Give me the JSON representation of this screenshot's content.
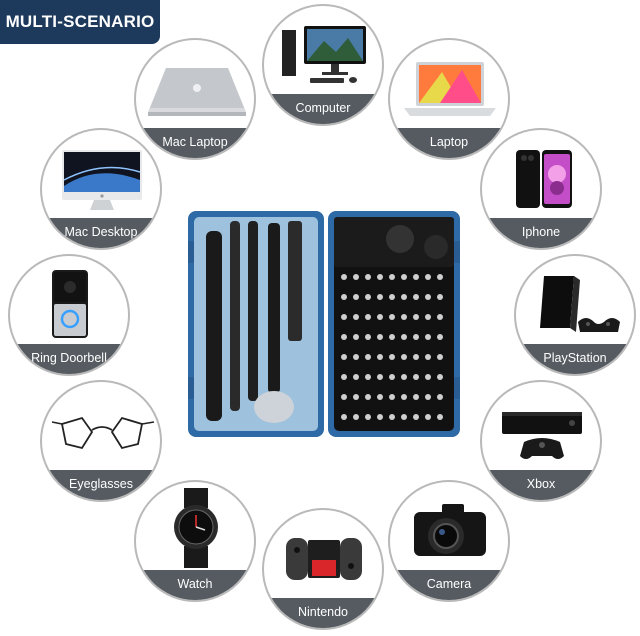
{
  "badge": "MULTI-SCENARIO",
  "scenarios": [
    {
      "label": "Computer"
    },
    {
      "label": "Mac Laptop"
    },
    {
      "label": "Laptop"
    },
    {
      "label": "Mac Desktop"
    },
    {
      "label": "Iphone"
    },
    {
      "label": "Ring Doorbell"
    },
    {
      "label": "PlayStation"
    },
    {
      "label": "Eyeglasses"
    },
    {
      "label": "Xbox"
    },
    {
      "label": "Watch"
    },
    {
      "label": "Camera"
    },
    {
      "label": "Nintendo"
    }
  ],
  "colors": {
    "badge": "#1d3a5c",
    "label_bar": "#555b61",
    "kit_frame": "#3d7ab8"
  }
}
